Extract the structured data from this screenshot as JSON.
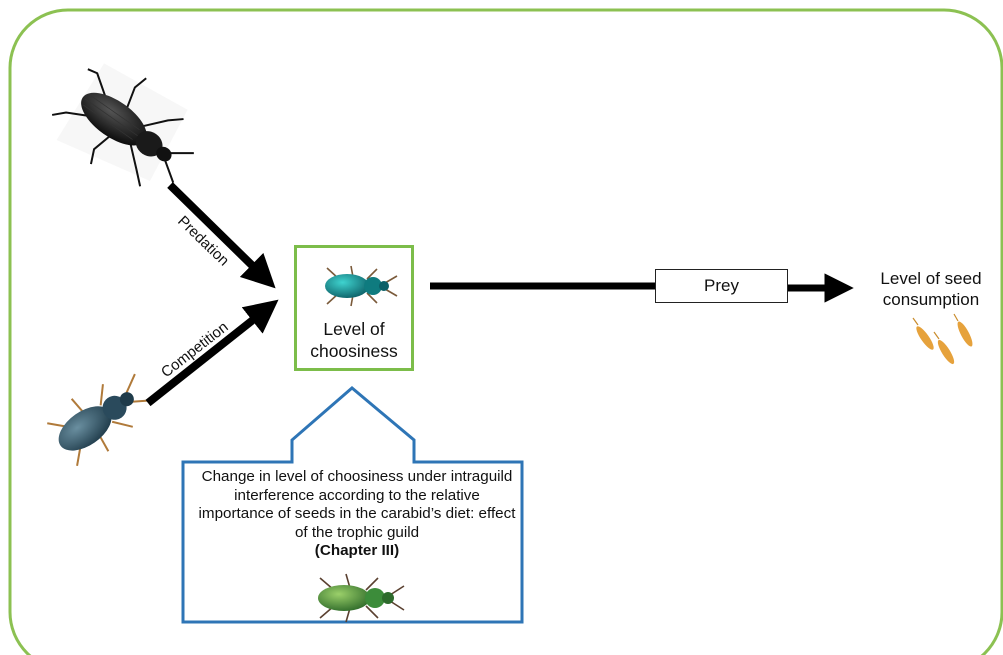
{
  "center": {
    "title_line1": "Level of",
    "title_line2": "choosiness"
  },
  "arrows": {
    "predation_label": "Predation",
    "competition_label": "Competition"
  },
  "prey_box": {
    "label": "Prey"
  },
  "outcome": {
    "line1": "Level of seed",
    "line2": "consumption"
  },
  "callout": {
    "text": "Change in level of choosiness under intraguild interference according to the relative importance of seeds in the carabid’s diet: effect  of the trophic guild",
    "chapter": "(Chapter III)"
  },
  "colors": {
    "frame": "#8cc152",
    "center_border": "#7cbd4a",
    "callout_border": "#2e75b6",
    "arrow": "#000000",
    "seed": "#e6a23c"
  },
  "icons": [
    "beetle-predator-icon",
    "beetle-competitor-icon",
    "beetle-focal-icon",
    "beetle-guild-icon",
    "seeds-icon"
  ]
}
